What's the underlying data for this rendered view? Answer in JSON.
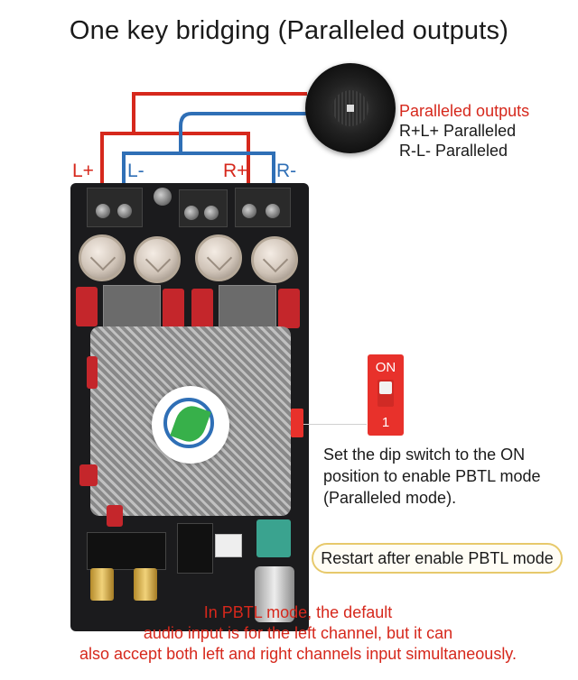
{
  "title": "One key bridging (Paralleled outputs)",
  "terminals": {
    "l_plus": "L+",
    "l_minus": "L-",
    "r_plus": "R+",
    "r_minus": "R-"
  },
  "speaker_callout": {
    "heading": "Paralleled outputs",
    "line1": "R+L+ Paralleled",
    "line2": "R-L- Paralleled"
  },
  "dip_switch": {
    "on_label": "ON",
    "position_label": "1"
  },
  "instruction": {
    "line1": "Set the dip switch to the ON",
    "line2": "position to enable PBTL mode",
    "line3": "(Paralleled mode)."
  },
  "restart_note": "Restart after enable PBTL mode",
  "pbtl_note": {
    "line1": "In PBTL mode, the default",
    "line2": "audio input is for the left channel, but it can",
    "line3": "also accept both left and right channels input simultaneously."
  },
  "colors": {
    "red": "#d6281c",
    "blue": "#2f6fb6",
    "dip_red": "#e8312b"
  }
}
